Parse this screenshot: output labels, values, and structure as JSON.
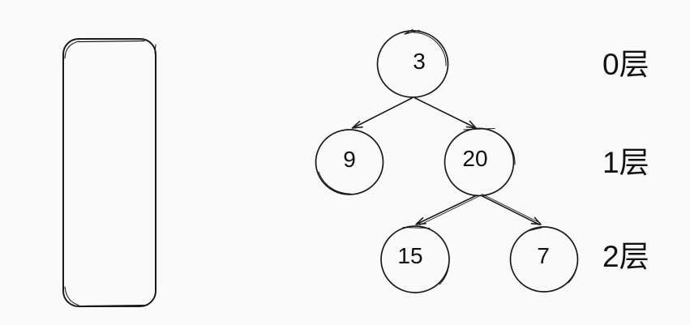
{
  "canvas": {
    "background": "#fafafa",
    "stroke_color": "#1a1a1a",
    "text_color": "#111111",
    "style": "hand-drawn"
  },
  "left_panel": {
    "shape": "rounded-rectangle",
    "content": ""
  },
  "tree": {
    "type": "binary-tree",
    "nodes": [
      {
        "id": "root",
        "value": "3",
        "level": 0
      },
      {
        "id": "left",
        "value": "9",
        "level": 1
      },
      {
        "id": "right",
        "value": "20",
        "level": 1
      },
      {
        "id": "right-left",
        "value": "15",
        "level": 2
      },
      {
        "id": "right-right",
        "value": "7",
        "level": 2
      }
    ],
    "edges": [
      {
        "from": "3",
        "to": "9"
      },
      {
        "from": "3",
        "to": "20"
      },
      {
        "from": "20",
        "to": "15"
      },
      {
        "from": "20",
        "to": "7"
      }
    ]
  },
  "level_labels": [
    {
      "label": "0层"
    },
    {
      "label": "1层"
    },
    {
      "label": "2层"
    }
  ]
}
